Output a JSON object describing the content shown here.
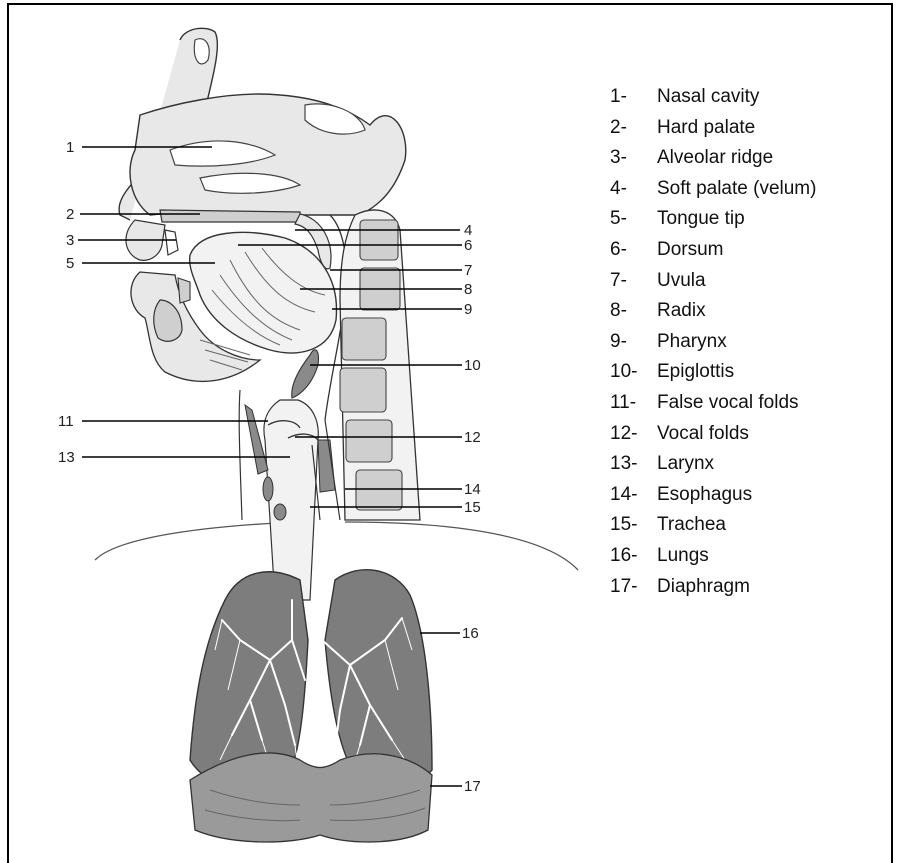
{
  "labels": [
    {
      "num": "1",
      "name": "Nasal cavity"
    },
    {
      "num": "2",
      "name": "Hard palate"
    },
    {
      "num": "3",
      "name": "Alveolar ridge"
    },
    {
      "num": "4",
      "name": "Soft palate (velum)"
    },
    {
      "num": "5",
      "name": "Tongue tip"
    },
    {
      "num": "6",
      "name": "Dorsum"
    },
    {
      "num": "7",
      "name": "Uvula"
    },
    {
      "num": "8",
      "name": "Radix"
    },
    {
      "num": "9",
      "name": "Pharynx"
    },
    {
      "num": "10",
      "name": "Epiglottis"
    },
    {
      "num": "11",
      "name": "False vocal folds"
    },
    {
      "num": "12",
      "name": "Vocal folds"
    },
    {
      "num": "13",
      "name": "Larynx"
    },
    {
      "num": "14",
      "name": "Esophagus"
    },
    {
      "num": "15",
      "name": "Trachea"
    },
    {
      "num": "16",
      "name": "Lungs"
    },
    {
      "num": "17",
      "name": "Diaphragm"
    }
  ],
  "legend_suffix": "-",
  "colors": {
    "outline": "#333333",
    "tissue": "#e8e8e8",
    "bone": "#cfcfcf",
    "dark_tissue": "#8a8a8a",
    "lung": "#7d7d7d",
    "bronchi": "#ffffff",
    "diaphragm": "#9a9a9a"
  }
}
